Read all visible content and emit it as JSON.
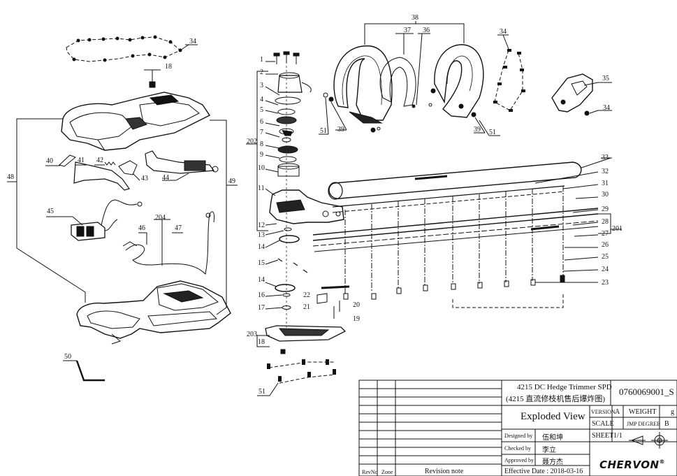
{
  "part_labels": {
    "l1": "1",
    "l2": "2",
    "l3": "3",
    "l4": "4",
    "l5": "5",
    "l6": "6",
    "l7": "7",
    "l8": "8",
    "l9": "9",
    "l10": "10",
    "l11": "11",
    "l12": "12",
    "l13": "13",
    "l14a": "14",
    "l14b": "14",
    "l15": "15",
    "l16": "16",
    "l17": "17",
    "l18a": "18",
    "l18b": "18",
    "l19": "19",
    "l20": "20",
    "l21": "21",
    "l22": "22",
    "l23": "23",
    "l24": "24",
    "l25": "25",
    "l26": "26",
    "l27": "27",
    "l28": "28",
    "l29": "29",
    "l30": "30",
    "l31": "31",
    "l32": "32",
    "l33": "33",
    "l34a": "34",
    "l34b": "34",
    "l34c": "34",
    "l35": "35",
    "l36": "36",
    "l37": "37",
    "l38": "38",
    "l39a": "39",
    "l39b": "39",
    "l40": "40",
    "l41": "41",
    "l42": "42",
    "l43": "43",
    "l44": "44",
    "l45": "45",
    "l46": "46",
    "l47": "47",
    "l48": "48",
    "l49": "49",
    "l50": "50",
    "l51a": "51",
    "l51b": "51",
    "l51c": "51",
    "l201": "201",
    "l202": "202",
    "l203": "203",
    "l204": "204"
  },
  "title_block": {
    "product_title_en": "4215 DC Hedge Trimmer SPD",
    "product_title_cn": "(4215 直流修枝机售后爆炸图)",
    "drawing_number": "0760069001_S",
    "drawing_name": "Exploded View",
    "version_label": "VERSION",
    "version_value": "A",
    "weight_label": "WEIGHT",
    "weight_unit": "g",
    "scale_label": "SCALE",
    "degree_label": "JMP DEGREE",
    "degree_value": "B",
    "sheet_label": "SHEET",
    "sheet_value": "1/1",
    "designed_by_label": "Designed by",
    "designed_by": "伍和坤",
    "checked_by_label": "Checked by",
    "checked_by": "李立",
    "approved_by_label": "Approved by",
    "approved_by": "聂方杰",
    "effective_date": "Effective Date : 2018-03-16",
    "rev_no": "RevNo",
    "zone": "Zone",
    "revision_note": "Revision note",
    "company_logo": "CHERVON"
  },
  "colors": {
    "ink": "#111111",
    "paper": "#ffffff"
  }
}
